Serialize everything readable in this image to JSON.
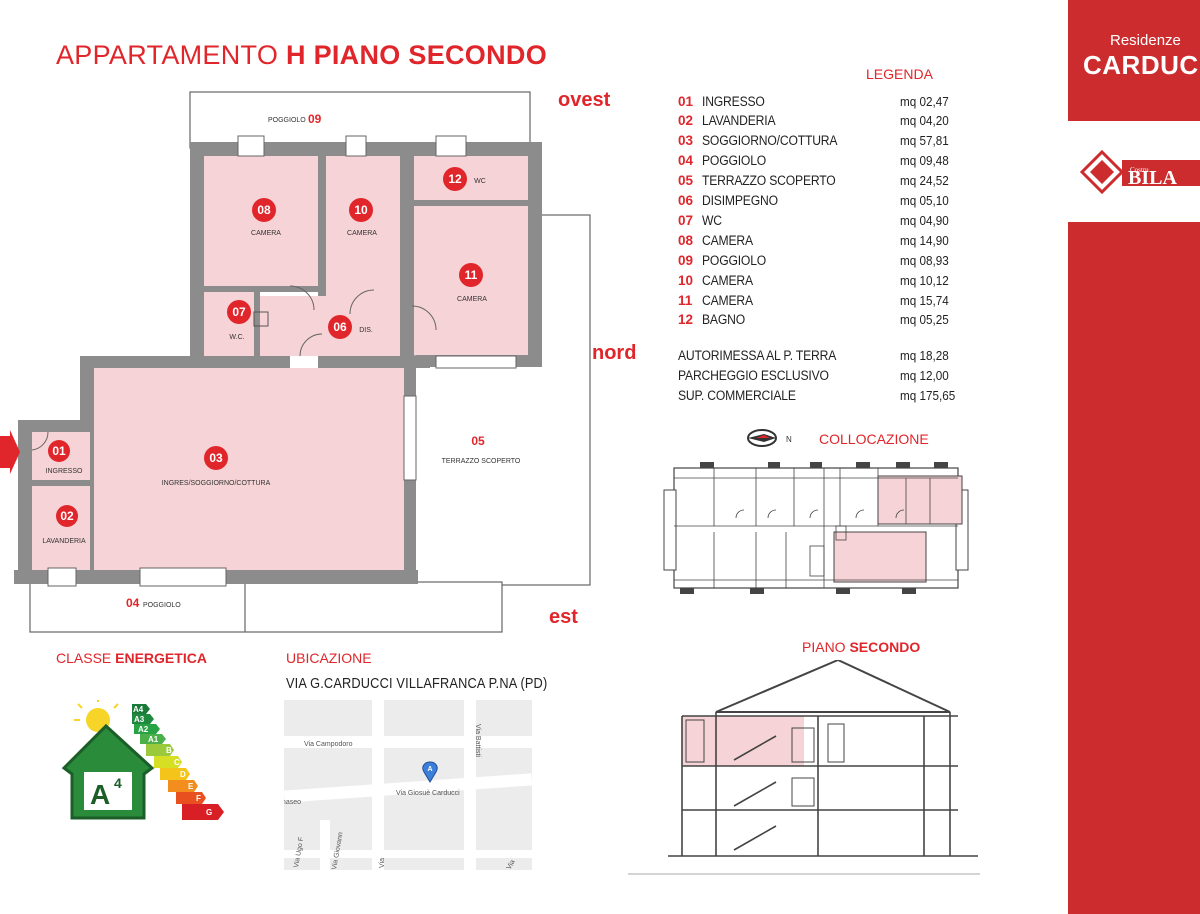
{
  "title": {
    "prefix": "APPARTAMENTO",
    "highlight": "H PIANO SECONDO"
  },
  "orientation": {
    "west": "ovest",
    "north": "nord",
    "east": "est"
  },
  "brand": {
    "top": "Residenze",
    "name": "CARDUC",
    "logo_text": "BILA",
    "logo_small": "Costru"
  },
  "legend": {
    "title": "LEGENDA",
    "rooms": [
      {
        "num": "01",
        "name": "INGRESSO",
        "area": "mq 02,47"
      },
      {
        "num": "02",
        "name": "LAVANDERIA",
        "area": "mq 04,20"
      },
      {
        "num": "03",
        "name": "SOGGIORNO/COTTURA",
        "area": "mq 57,81"
      },
      {
        "num": "04",
        "name": "POGGIOLO",
        "area": "mq 09,48"
      },
      {
        "num": "05",
        "name": "TERRAZZO SCOPERTO",
        "area": "mq 24,52"
      },
      {
        "num": "06",
        "name": "DISIMPEGNO",
        "area": "mq 05,10"
      },
      {
        "num": "07",
        "name": "WC",
        "area": "mq 04,90"
      },
      {
        "num": "08",
        "name": "CAMERA",
        "area": "mq 14,90"
      },
      {
        "num": "09",
        "name": "POGGIOLO",
        "area": "mq 08,93"
      },
      {
        "num": "10",
        "name": "CAMERA",
        "area": "mq 10,12"
      },
      {
        "num": "11",
        "name": "CAMERA",
        "area": "mq 15,74"
      },
      {
        "num": "12",
        "name": "BAGNO",
        "area": "mq 05,25"
      }
    ],
    "extras": [
      {
        "name": "AUTORIMESSA AL P. TERRA",
        "area": "mq 18,28"
      },
      {
        "name": "PARCHEGGIO ESCLUSIVO",
        "area": "mq  12,00"
      },
      {
        "name": "SUP. COMMERCIALE",
        "area": "mq 175,65"
      }
    ]
  },
  "plan": {
    "r01": {
      "num": "01",
      "label": "INGRESSO"
    },
    "r02": {
      "num": "02",
      "label": "LAVANDERIA"
    },
    "r03": {
      "num": "03",
      "label": "INGRES/SOGGIORNO/COTTURA"
    },
    "r04": {
      "num": "04",
      "label": "POGGIOLO"
    },
    "r05": {
      "num": "05",
      "label": "TERRAZZO SCOPERTO"
    },
    "r06": {
      "num": "06",
      "label": "DIS."
    },
    "r07": {
      "num": "07",
      "label": "W.C."
    },
    "r08": {
      "num": "08",
      "label": "CAMERA"
    },
    "r09": {
      "num": "09",
      "label": "POGGIOLO"
    },
    "r10": {
      "num": "10",
      "label": "CAMERA"
    },
    "r11": {
      "num": "11",
      "label": "CAMERA"
    },
    "r12": {
      "num": "12",
      "label": "WC"
    }
  },
  "collocazione": {
    "heading": "COLLOCAZIONE",
    "compass": "N"
  },
  "energy": {
    "heading_prefix": "CLASSE",
    "heading_bold": "ENERGETICA",
    "class": "A4",
    "class_main": "A",
    "class_sup": "4",
    "bands": [
      "A4",
      "A3",
      "A2",
      "A1",
      "B",
      "C",
      "D",
      "E",
      "F",
      "G"
    ]
  },
  "location": {
    "heading": "UBICAZIONE",
    "address": "VIA G.CARDUCCI VILLAFRANCA P.NA  (PD)",
    "streets": [
      "Via Campodoro",
      "Via Giosuè Carducci",
      "maseo",
      "Via Ugo F",
      "Via Giovann",
      "Via",
      "Via",
      "Via Battisti"
    ],
    "pin": "A"
  },
  "section": {
    "heading_prefix": "PIANO",
    "heading_bold": "SECONDO"
  },
  "colors": {
    "accent": "#e0262b",
    "sidebar": "#cd2c2e",
    "room_fill": "#f6d3d6",
    "wall": "#888888"
  }
}
